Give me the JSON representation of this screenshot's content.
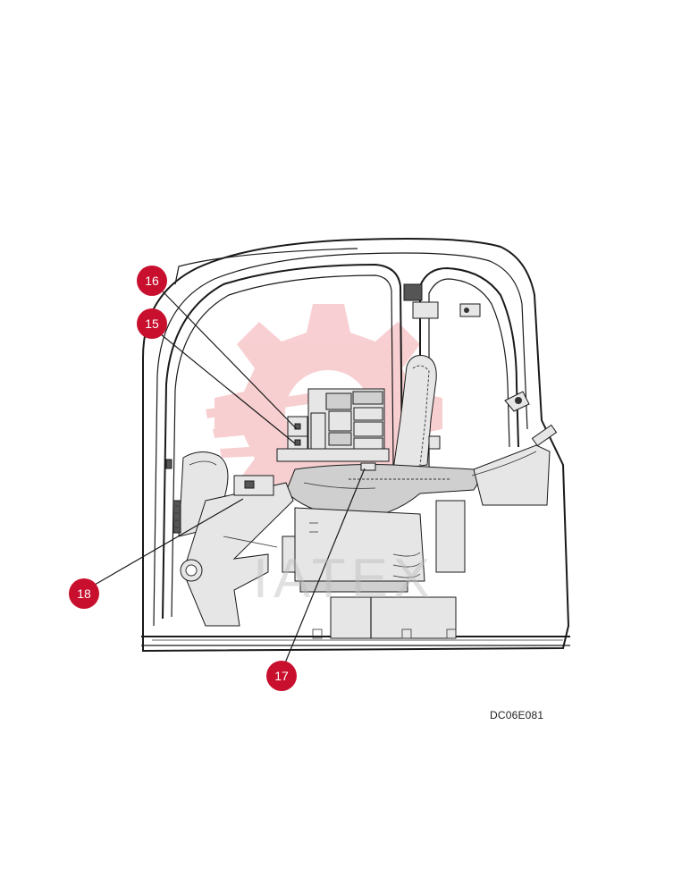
{
  "figure": {
    "code": "DC06E081",
    "watermark": "IATEX"
  },
  "callouts": [
    {
      "id": "callout-16",
      "label": "16"
    },
    {
      "id": "callout-15",
      "label": "15"
    },
    {
      "id": "callout-18",
      "label": "18"
    },
    {
      "id": "callout-17",
      "label": "17"
    }
  ],
  "colors": {
    "callout_fill": "#c8102e",
    "watermark": "#f2a8ad",
    "line": "#1a1a1a"
  }
}
